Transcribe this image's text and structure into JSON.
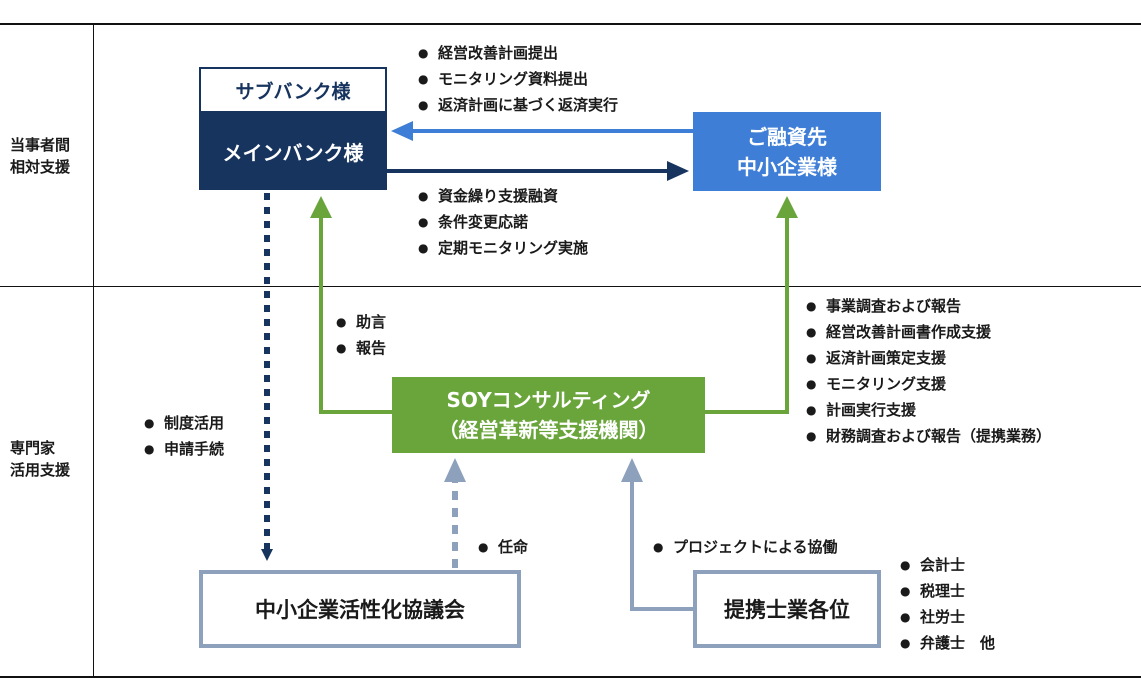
{
  "rows": {
    "top": [
      "当事者間",
      "相対支援"
    ],
    "bottom": [
      "専門家",
      "活用支援"
    ]
  },
  "boxes": {
    "sub_bank": "サブバンク様",
    "main_bank": "メインバンク様",
    "client": [
      "ご融資先",
      "中小企業様"
    ],
    "soy": [
      "SOYコンサルティング",
      "（経営革新等支援機関）"
    ],
    "council": "中小企業活性化協議会",
    "partners": "提携士業各位"
  },
  "lists": {
    "client_to_bank": [
      "経営改善計画提出",
      "モニタリング資料提出",
      "返済計画に基づく返済実行"
    ],
    "bank_to_client": [
      "資金繰り支援融資",
      "条件変更応諾",
      "定期モニタリング実施"
    ],
    "soy_to_bank": [
      "助言",
      "報告"
    ],
    "soy_to_client": [
      "事業調査および報告",
      "経営改善計画書作成支援",
      "返済計画策定支援",
      "モニタリング支援",
      "計画実行支援",
      "財務調査および報告（提携業務）"
    ],
    "bank_to_council": [
      "制度活用",
      "申請手続"
    ],
    "council_to_soy": [
      "任命"
    ],
    "partner_to_soy": [
      "プロジェクトによる協働"
    ],
    "partner_types": [
      "会計士",
      "税理士",
      "社労士",
      "弁護士　他"
    ]
  },
  "colors": {
    "navy": "#17345f",
    "blue": "#3f7ed6",
    "green": "#6aa53b",
    "gray_blue": "#8da1bc"
  }
}
